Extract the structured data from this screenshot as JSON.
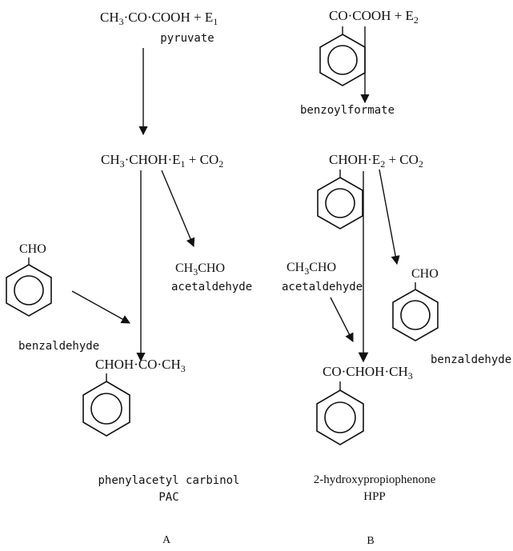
{
  "panel_a": {
    "label": "A",
    "reactant": {
      "main": "CH",
      "sub1": "3",
      "rest": "·CO·COOH + E",
      "sub2": "1"
    },
    "reactant_name": "pyruvate",
    "intermediate": {
      "main": "CH",
      "sub1": "3",
      "rest": "·CHOH·E",
      "sub2": "1",
      "tail": " + CO",
      "sub3": "2"
    },
    "acetaldehyde_formula": {
      "main": "CH",
      "sub1": "3",
      "rest": "CHO"
    },
    "acetaldehyde_name": "acetaldehyde",
    "benzaldehyde_formula": "CHO",
    "benzaldehyde_name": "benzaldehyde",
    "product": {
      "main": "CHOH·CO·CH",
      "sub1": "3"
    },
    "product_name": "phenylacetyl carbinol",
    "product_abbrev": "PAC"
  },
  "panel_b": {
    "label": "B",
    "reactant": {
      "main": "CO·COOH + E",
      "sub1": "2"
    },
    "reactant_name": "benzoylformate",
    "intermediate": {
      "main": "CHOH·E",
      "sub1": "2",
      "tail": " + CO",
      "sub2": "2"
    },
    "acetaldehyde_formula": {
      "main": "CH",
      "sub1": "3",
      "rest": "CHO"
    },
    "acetaldehyde_name": "acetaldehyde",
    "benzaldehyde_formula": "CHO",
    "benzaldehyde_name": "benzaldehyde",
    "product": {
      "main": "CO·CHOH·CH",
      "sub1": "3"
    },
    "product_name": "2-hydroxypropiophenone",
    "product_abbrev": "HPP"
  }
}
